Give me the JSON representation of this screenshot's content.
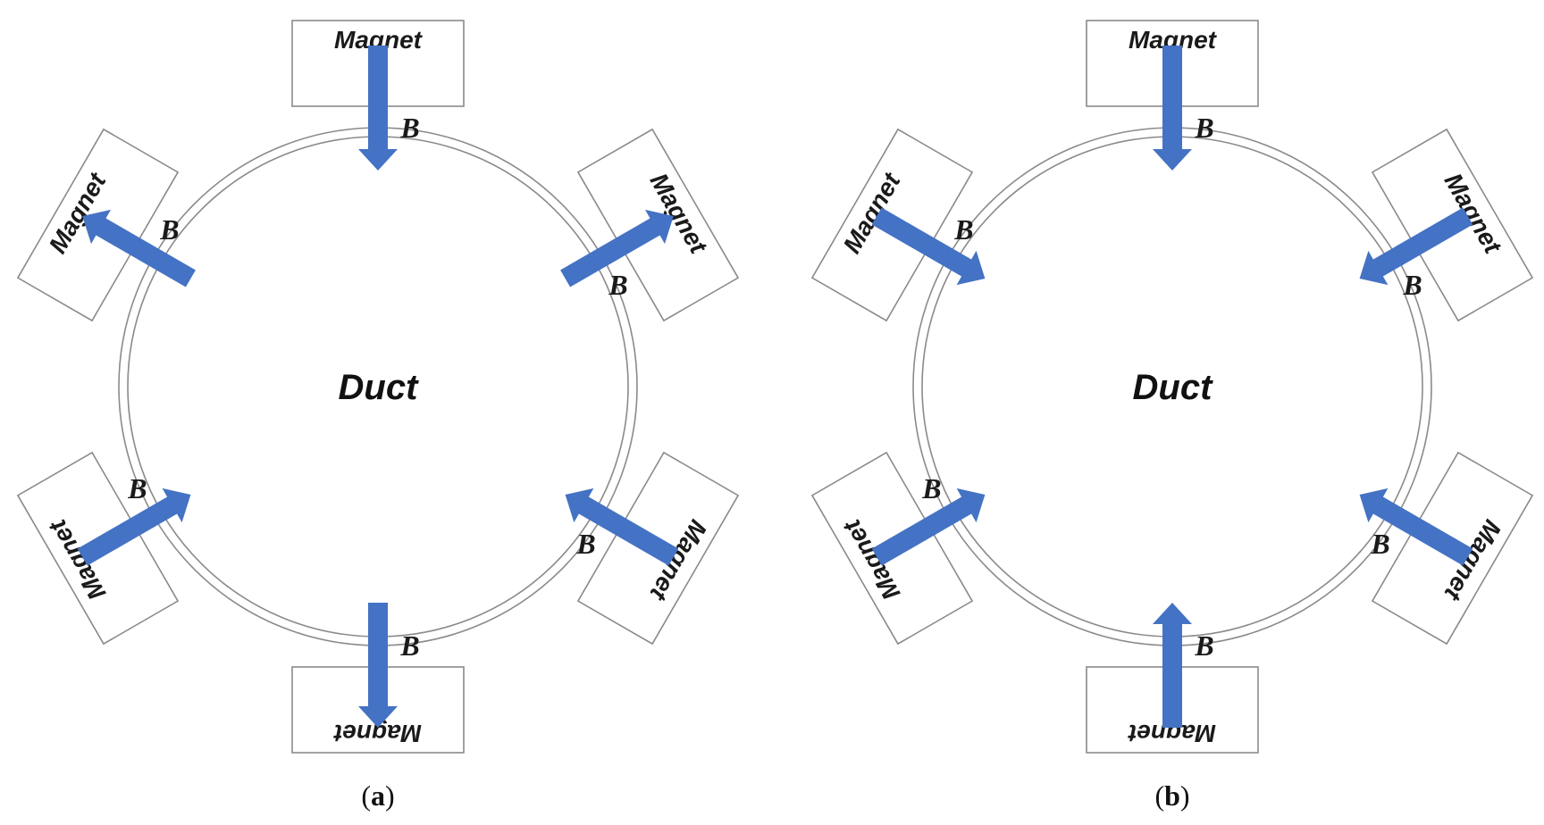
{
  "panels": [
    {
      "id": "a",
      "duct_label": "Duct",
      "caption_open": "(",
      "caption_letter": "a",
      "caption_close": ")",
      "magnets": [
        {
          "position": "top",
          "label": "Magnet",
          "field_label": "B",
          "field_direction": "inward"
        },
        {
          "position": "upper-right",
          "label": "Magnet",
          "field_label": "B",
          "field_direction": "outward"
        },
        {
          "position": "lower-right",
          "label": "Magnet",
          "field_label": "B",
          "field_direction": "inward"
        },
        {
          "position": "bottom",
          "label": "Magnet",
          "field_label": "B",
          "field_direction": "outward"
        },
        {
          "position": "lower-left",
          "label": "Magnet",
          "field_label": "B",
          "field_direction": "inward"
        },
        {
          "position": "upper-left",
          "label": "Magnet",
          "field_label": "B",
          "field_direction": "outward"
        }
      ]
    },
    {
      "id": "b",
      "duct_label": "Duct",
      "caption_open": "(",
      "caption_letter": "b",
      "caption_close": ")",
      "magnets": [
        {
          "position": "top",
          "label": "Magnet",
          "field_label": "B",
          "field_direction": "inward"
        },
        {
          "position": "upper-right",
          "label": "Magnet",
          "field_label": "B",
          "field_direction": "inward"
        },
        {
          "position": "lower-right",
          "label": "Magnet",
          "field_label": "B",
          "field_direction": "inward"
        },
        {
          "position": "bottom",
          "label": "Magnet",
          "field_label": "B",
          "field_direction": "inward"
        },
        {
          "position": "lower-left",
          "label": "Magnet",
          "field_label": "B",
          "field_direction": "inward"
        },
        {
          "position": "upper-left",
          "label": "Magnet",
          "field_label": "B",
          "field_direction": "inward"
        }
      ]
    }
  ],
  "colors": {
    "field_arrow": "#4472c4",
    "outline": "#8a8a8a",
    "text": "#1a1a1a"
  }
}
